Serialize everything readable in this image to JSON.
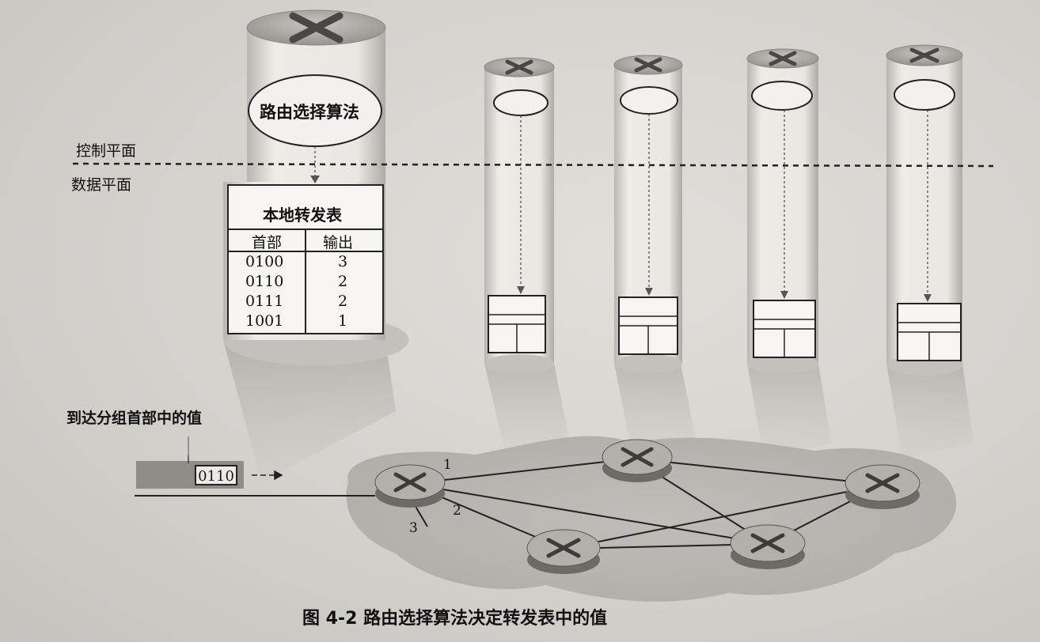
{
  "control_plane_label": "控制平面",
  "data_plane_label": "数据平面",
  "algorithm_label": "路由选择算法",
  "forwarding_table": {
    "title": "本地转发表",
    "headers": [
      "首部",
      "输出"
    ],
    "rows": [
      {
        "header": "0100",
        "output": "3"
      },
      {
        "header": "0110",
        "output": "2"
      },
      {
        "header": "0111",
        "output": "2"
      },
      {
        "header": "1001",
        "output": "1"
      }
    ]
  },
  "arriving_label": "到达分组首部中的值",
  "packet_header_value": "0110",
  "port_labels": [
    "1",
    "2",
    "3"
  ],
  "caption": "图 4-2   路由选择算法决定转发表中的值"
}
